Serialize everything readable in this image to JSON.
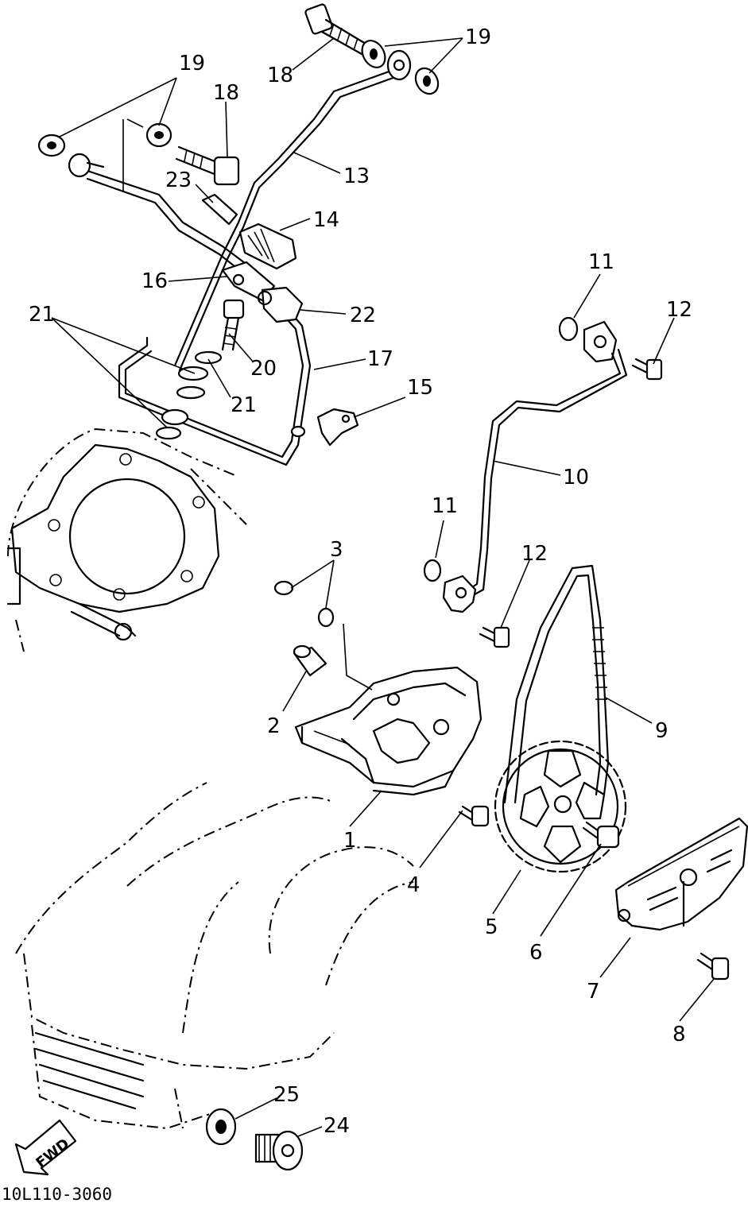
{
  "labels": {
    "p1": "1",
    "p2": "2",
    "p3": "3",
    "p4": "4",
    "p5": "5",
    "p6": "6",
    "p7": "7",
    "p8": "8",
    "p9": "9",
    "p10": "10",
    "p11a": "11",
    "p11b": "11",
    "p12a": "12",
    "p12b": "12",
    "p13": "13",
    "p14": "14",
    "p15": "15",
    "p16": "16",
    "p17": "17",
    "p18a": "18",
    "p18b": "18",
    "p19a": "19",
    "p19b": "19",
    "p20": "20",
    "p21a": "21",
    "p21b": "21",
    "p22": "22",
    "p23": "23",
    "p24": "24",
    "p25": "25"
  },
  "fwd_label": "FWD",
  "diagram_code": "10L110-3060"
}
